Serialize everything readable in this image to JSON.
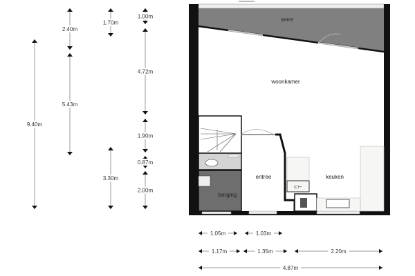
{
  "rooms": {
    "serre": "serre",
    "woonkamer": "woonkamer",
    "entree": "entree",
    "keuken": "keuken",
    "berging": "berging"
  },
  "dimensions": {
    "vertical": [
      "9.40m",
      "2.40m",
      "5.43m",
      "1.70m",
      "3.30m",
      "1.00m",
      "4.72m",
      "1.90m",
      "0.87m",
      "2.00m"
    ],
    "horizontal": [
      "1.05m",
      "1.03m",
      "1.17m",
      "1.35m",
      "2.20m",
      "4.87m"
    ]
  },
  "colors": {
    "wall": "#111111",
    "serre": "#808080",
    "berging": "#6e6e6e",
    "toilet": "#d4d4d4",
    "dim_line": "#999999"
  }
}
